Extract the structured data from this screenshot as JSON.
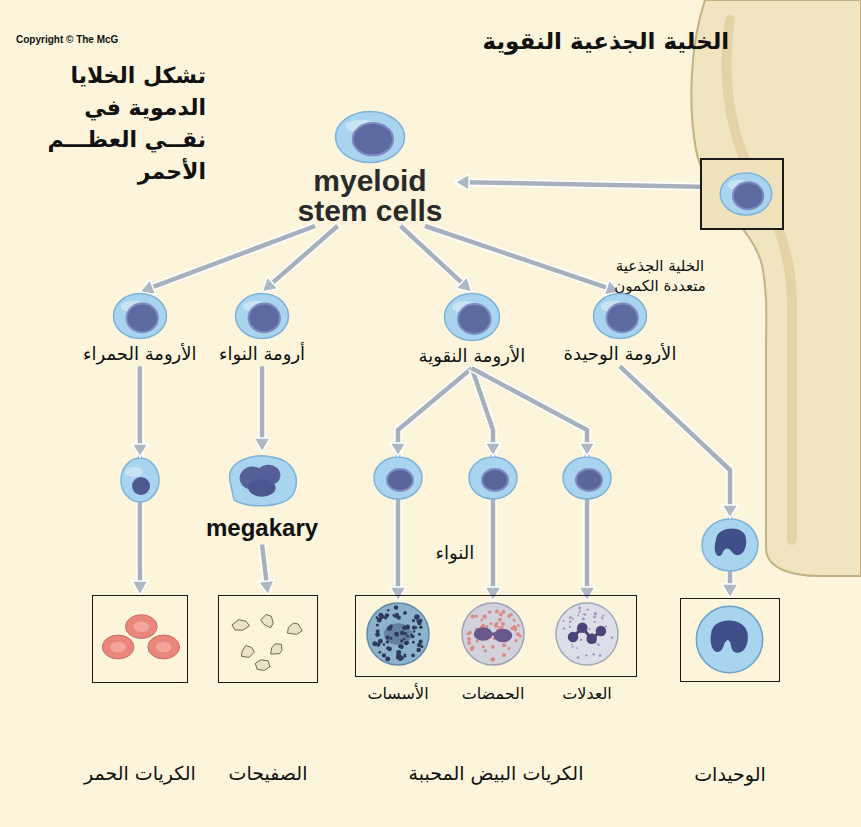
{
  "diagram": {
    "title": "الخلية الجذعية النقوية",
    "nodes": [
      {
        "text": [
          "الخلية الجذعية متعددة الكمون"
        ]
      },
      {
        "text": [
          "myeloid stem cells"
        ]
      },
      {
        "text": [
          "الأرومة الحمراء"
        ]
      },
      {
        "text": [
          "أرومة النواء"
        ]
      },
      {
        "text": [
          "الأرومة النقوية"
        ]
      },
      {
        "text": [
          "الأرومة الوحيدة"
        ]
      },
      {
        "text": [
          "megakary"
        ]
      },
      {
        "text": [
          "الكريات الحمر"
        ]
      },
      {
        "text": [
          "الصفيحات"
        ]
      },
      {
        "text": [
          "الكريات البيض المحببة"
        ]
      },
      {
        "text": [
          "الأسسات"
        ],
        "in": 9
      },
      {
        "text": [
          "الحمضات"
        ],
        "in": 9
      },
      {
        "text": [
          "العدلات"
        ],
        "in": 9
      },
      {
        "text": [
          "الوحيدات"
        ]
      }
    ],
    "edges": [
      {
        "from": 0,
        "to": 1,
        "arrow": "to"
      },
      {
        "from": 1,
        "to": 2,
        "arrow": "to"
      },
      {
        "from": 1,
        "to": 3,
        "arrow": "to"
      },
      {
        "from": 1,
        "to": 4,
        "arrow": "to"
      },
      {
        "from": 1,
        "to": 5,
        "arrow": "to"
      },
      {
        "from": 2,
        "to": 7,
        "arrow": "to"
      },
      {
        "from": 3,
        "to": 6,
        "arrow": "to"
      },
      {
        "from": 6,
        "to": 8,
        "arrow": "to"
      },
      {
        "from": 4,
        "to": 10,
        "arrow": "to"
      },
      {
        "from": 4,
        "to": 11,
        "arrow": "to"
      },
      {
        "from": 4,
        "to": 12,
        "arrow": "to"
      },
      {
        "from": 5,
        "to": 13,
        "arrow": "to"
      }
    ],
    "labels": [
      "Copyright © The McG",
      "تشكل الخلايا الدموية في نقــي العظـــم الأحمر",
      "النواء"
    ]
  }
}
